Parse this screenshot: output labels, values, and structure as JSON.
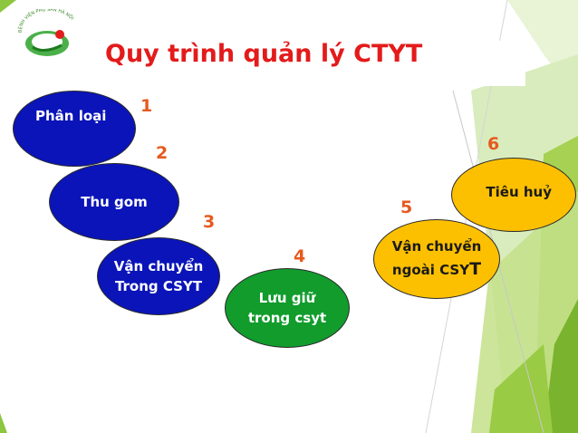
{
  "title": "Quy trình quản lý CTYT",
  "logo_text": "BỆNH VIỆN PHỤ SẢN HÀ NỘI",
  "steps": [
    {
      "number": "1",
      "lines": [
        "Phân loại"
      ],
      "color": "#0a14b8"
    },
    {
      "number": "2",
      "lines": [
        "Thu gom"
      ],
      "color": "#0a14b8"
    },
    {
      "number": "3",
      "lines": [
        "Vận chuyển",
        "Trong CSYT"
      ],
      "color": "#0a14b8"
    },
    {
      "number": "4",
      "lines": [
        "Lưu giữ",
        "trong csyt"
      ],
      "color": "#119c2c"
    },
    {
      "number": "5",
      "lines": [
        "Vận chuyển",
        "ngoài CSY",
        "T"
      ],
      "color": "#fdc000"
    },
    {
      "number": "6",
      "lines": [
        "Tiêu huỷ"
      ],
      "color": "#fdc000"
    }
  ],
  "colors": {
    "title": "#e31b1b",
    "numbers": "#e65a1e",
    "accent_green": "#8dc63f"
  }
}
